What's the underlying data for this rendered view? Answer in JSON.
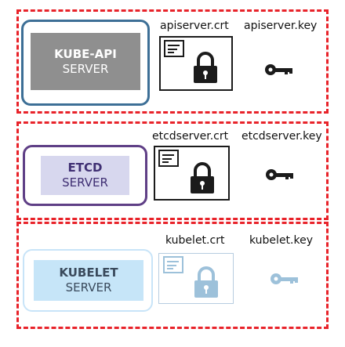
{
  "colors": {
    "dashed_border": "#e8232a",
    "kube_api_border": "#3d6f96",
    "kube_api_fill": "#8f8f8f",
    "etcd_border": "#5f3f86",
    "etcd_fill": "#d7d7ee",
    "kubelet_border": "#c8e4f8",
    "kubelet_fill": "#c6e5f8",
    "icon_dark": "#1b1b1b",
    "icon_faded": "#9dc1da"
  },
  "sections": [
    {
      "server": {
        "line1": "KUBE-API",
        "line2": "SERVER"
      },
      "cert_label": "apiserver.crt",
      "key_label": "apiserver.key",
      "icons": [
        "certificate-icon",
        "lock-icon",
        "key-icon"
      ]
    },
    {
      "server": {
        "line1": "ETCD",
        "line2": "SERVER"
      },
      "cert_label": "etcdserver.crt",
      "key_label": "etcdserver.key",
      "icons": [
        "certificate-icon",
        "lock-icon",
        "key-icon"
      ]
    },
    {
      "server": {
        "line1": "KUBELET",
        "line2": "SERVER"
      },
      "cert_label": "kubelet.crt",
      "key_label": "kubelet.key",
      "icons": [
        "certificate-icon",
        "lock-icon",
        "key-icon"
      ]
    }
  ]
}
